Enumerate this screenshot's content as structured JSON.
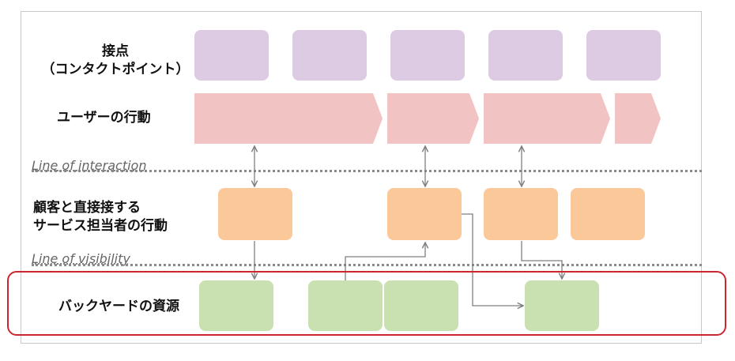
{
  "rows": {
    "touchpoints": {
      "line1": "接点",
      "line2": "（コンタクトポイント）"
    },
    "user_actions": "ユーザーの行動",
    "frontstage": {
      "line1": "顧客と直接接する",
      "line2": "サービス担当者の行動"
    },
    "backstage": "バックヤードの資源"
  },
  "lines": {
    "interaction": "Line of interaction",
    "visibility": "Line of visibility"
  },
  "colors": {
    "touchpoint_fill": "#dccbe2",
    "user_action_fill": "#f2c3c3",
    "frontstage_fill": "#fbc89a",
    "backstage_fill": "#c9e0b0",
    "highlight_border": "#cc2630",
    "connector": "#7f7f7f"
  }
}
